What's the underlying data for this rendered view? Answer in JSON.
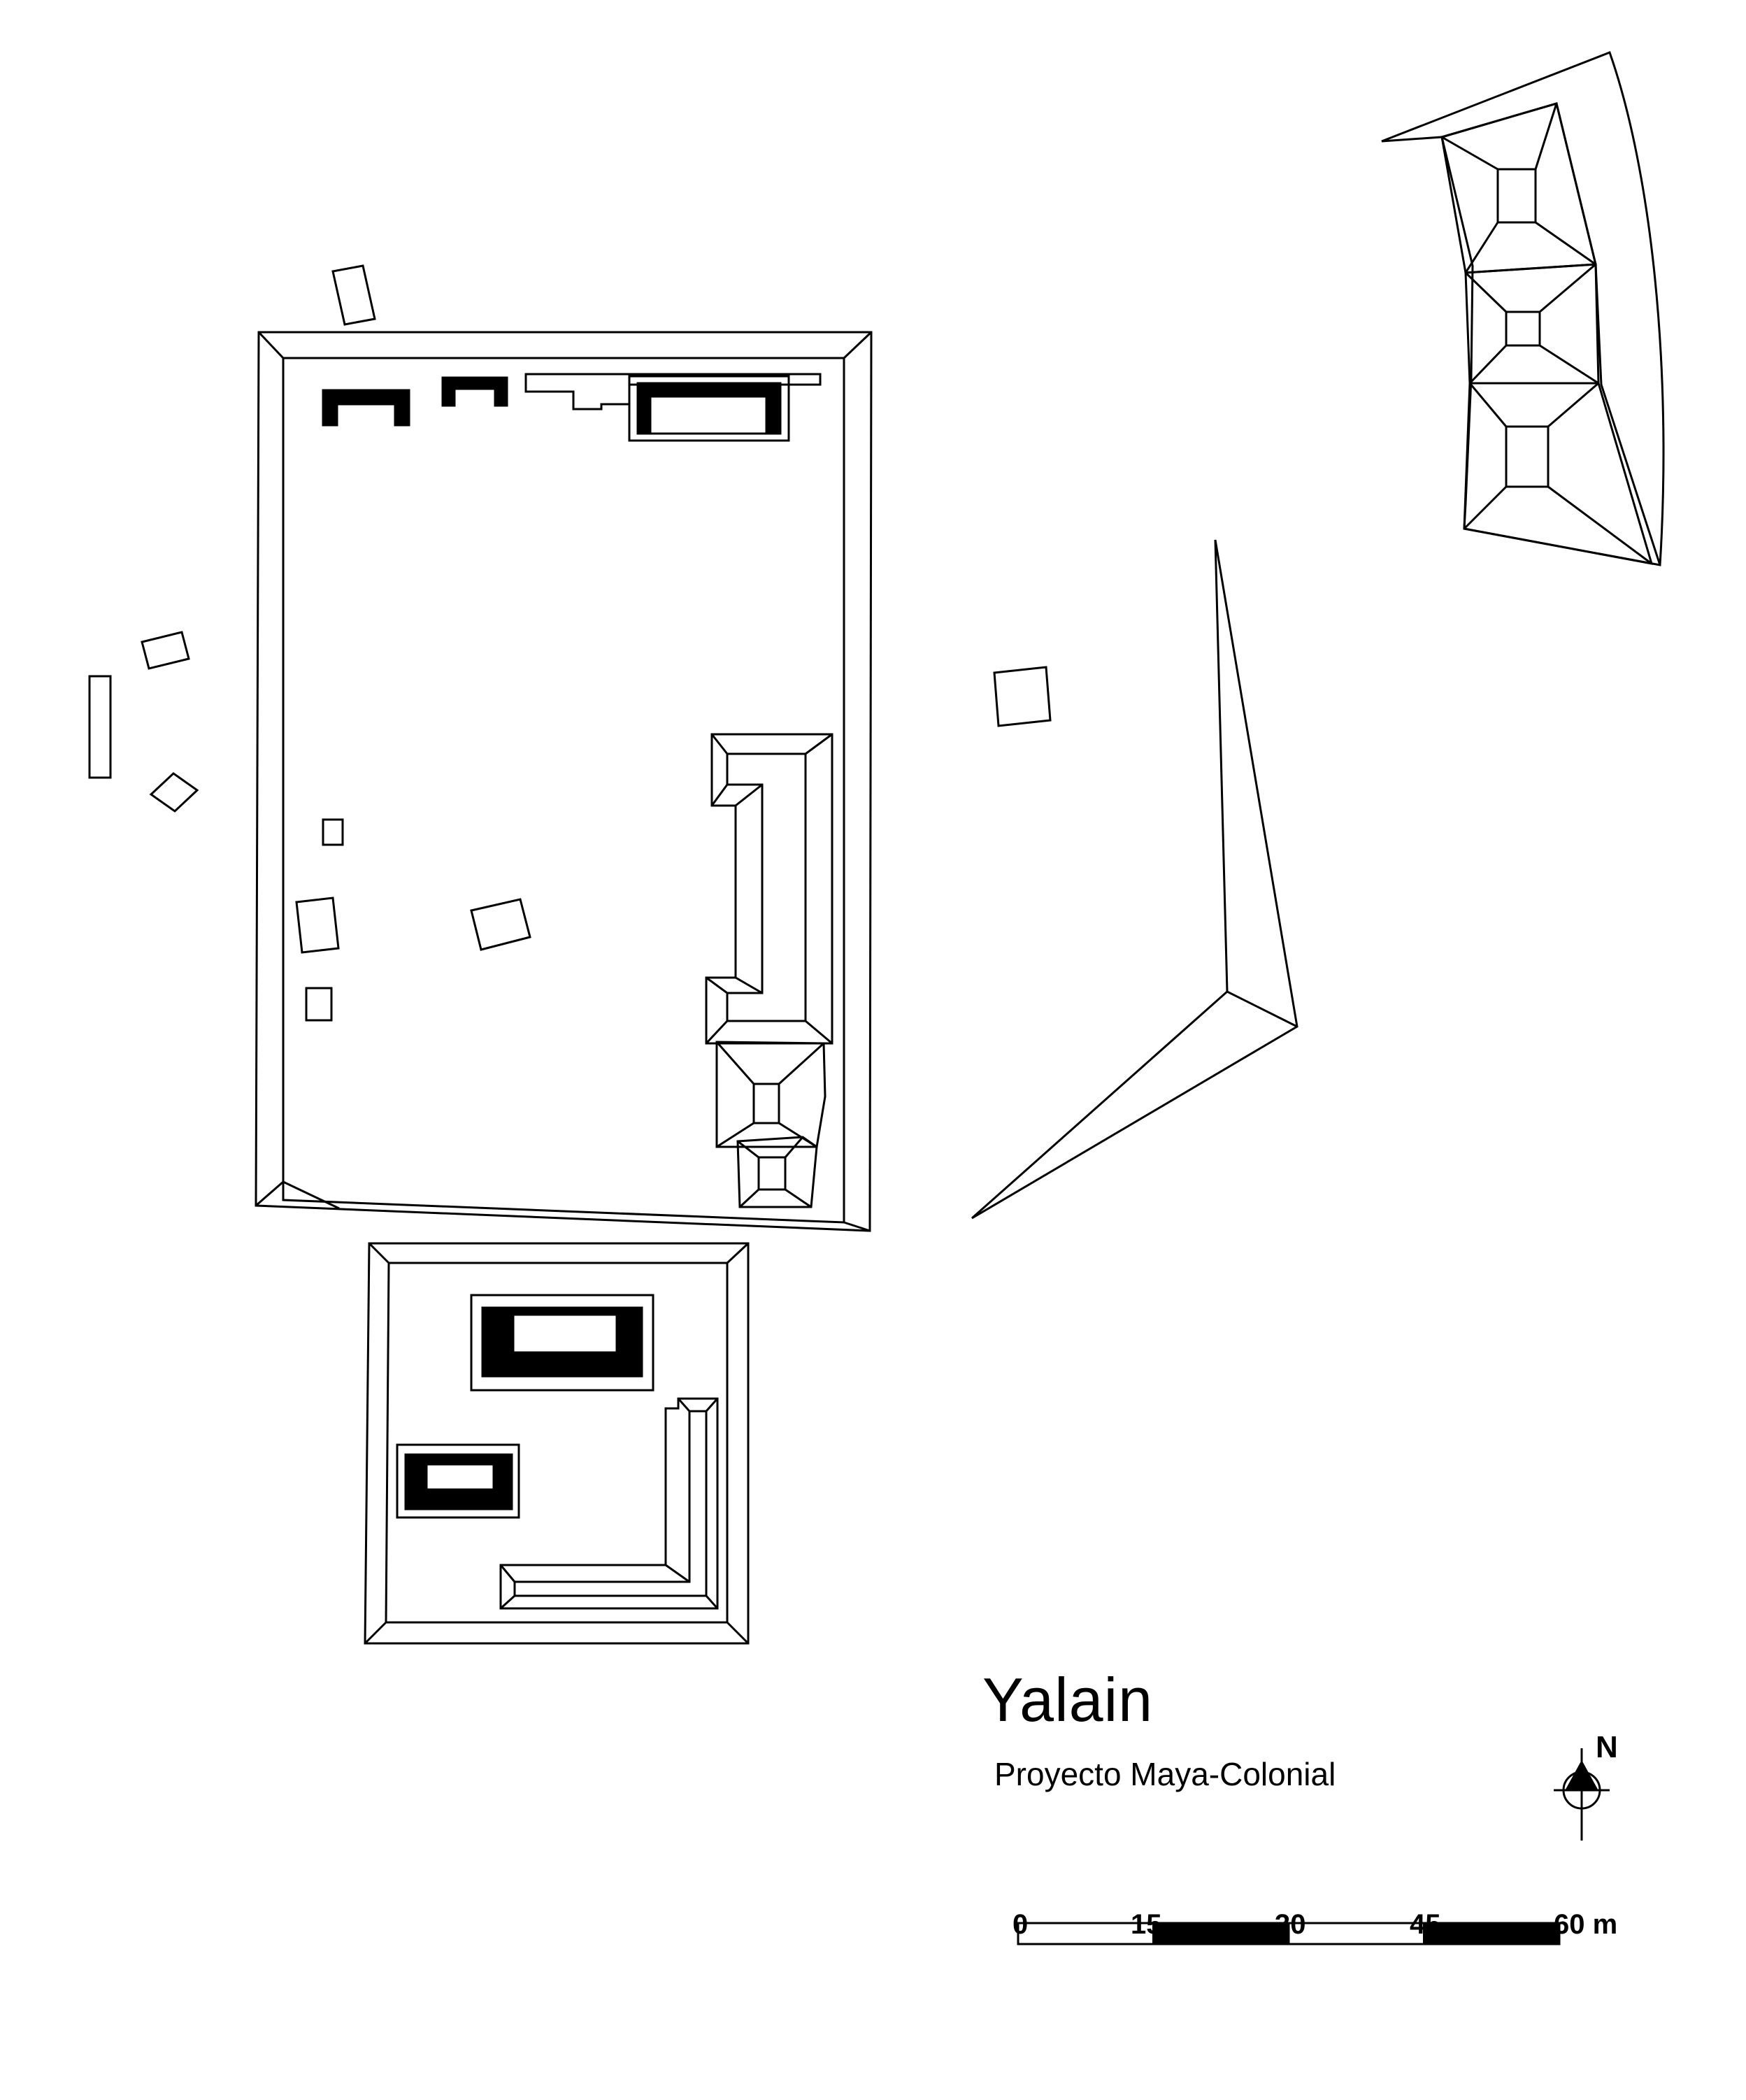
{
  "title": "Yalain",
  "subtitle": "Proyecto Maya-Colonial",
  "north_arrow": {
    "label": "N",
    "icon": "north-arrow-icon"
  },
  "scale_bar": {
    "ticks": [
      {
        "value": "0"
      },
      {
        "value": "15"
      },
      {
        "value": "30"
      },
      {
        "value": "45"
      },
      {
        "value": "60 m"
      }
    ],
    "segment_colors": [
      "#ffffff",
      "#000000",
      "#ffffff",
      "#000000"
    ]
  },
  "colors": {
    "ink": "#000000",
    "paper": "#ffffff"
  }
}
